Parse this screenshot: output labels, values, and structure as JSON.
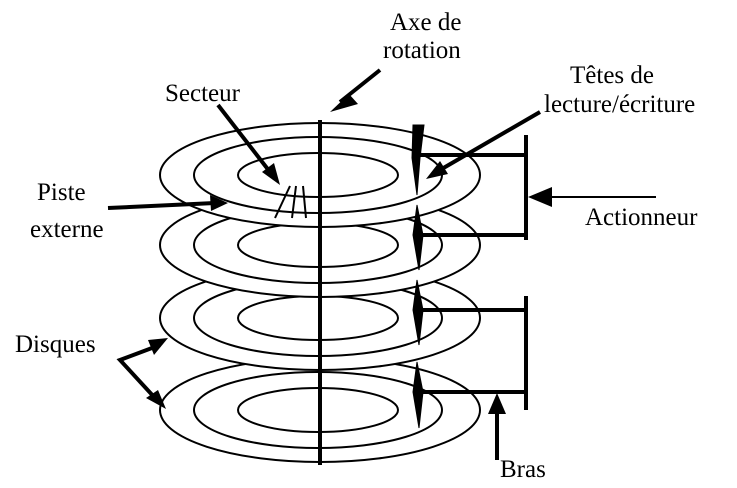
{
  "labels": {
    "axis_line1": "Axe de",
    "axis_line2": "rotation",
    "heads_line1": "Têtes de",
    "heads_line2": "lecture/écriture",
    "sector": "Secteur",
    "track_line1": "Piste",
    "track_line2": "externe",
    "actuator": "Actionneur",
    "disks": "Disques",
    "arms": "Bras"
  },
  "colors": {
    "ink": "#000000",
    "background": "#ffffff"
  }
}
